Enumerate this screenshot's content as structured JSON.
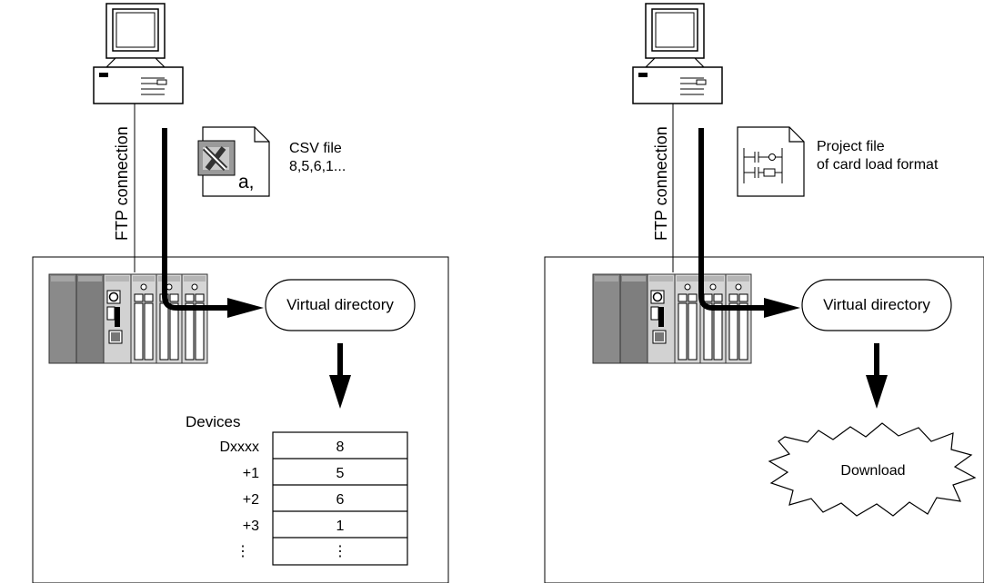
{
  "left": {
    "connection_label": "FTP connection",
    "file_title": "CSV file",
    "file_values": "8,5,6,1...",
    "file_glyph": "a,",
    "virtual_directory": "Virtual directory",
    "devices_title": "Devices",
    "device_rows": [
      {
        "label": "Dxxxx",
        "value": "8"
      },
      {
        "label": "+1",
        "value": "5"
      },
      {
        "label": "+2",
        "value": "6"
      },
      {
        "label": "+3",
        "value": "1"
      },
      {
        "label": "⋮",
        "value": "⋮"
      }
    ]
  },
  "right": {
    "connection_label": "FTP connection",
    "file_title": "Project file",
    "file_subtitle": "of card load format",
    "virtual_directory": "Virtual directory",
    "result_label": "Download"
  },
  "icons": [
    "computer-icon",
    "csv-file-icon",
    "project-file-icon",
    "plc-rack-icon",
    "download-burst-icon"
  ]
}
